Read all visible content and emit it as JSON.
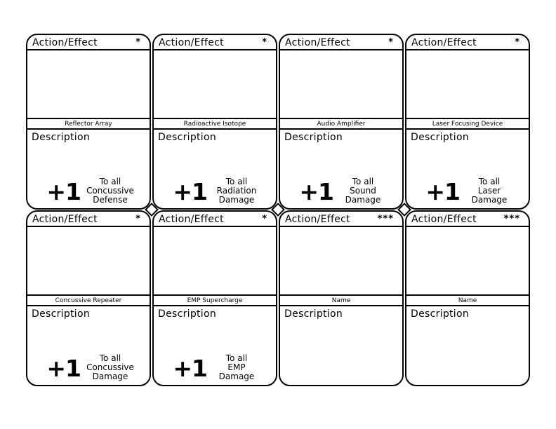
{
  "cards": [
    {
      "title": "Action/Effect",
      "rank": "*",
      "name": "Reflector Array",
      "description": "Description",
      "bonus": {
        "value": "+1",
        "line1": "To    all",
        "line2": "Concussive",
        "line3": "Defense"
      }
    },
    {
      "title": "Action/Effect",
      "rank": "*",
      "name": "Radioactive Isotope",
      "description": "Description",
      "bonus": {
        "value": "+1",
        "line1": "To    all",
        "line2": "Radiation",
        "line3": "Damage"
      }
    },
    {
      "title": "Action/Effect",
      "rank": "*",
      "name": "Audio Amplifier",
      "description": "Description",
      "bonus": {
        "value": "+1",
        "line1": "To    all",
        "line2": "Sound",
        "line3": "Damage"
      }
    },
    {
      "title": "Action/Effect",
      "rank": "*",
      "name": "Laser Focusing Device",
      "description": "Description",
      "bonus": {
        "value": "+1",
        "line1": "To    all",
        "line2": "Laser",
        "line3": "Damage"
      }
    },
    {
      "title": "Action/Effect",
      "rank": "*",
      "name": "Concussive Repeater",
      "description": "Description",
      "bonus": {
        "value": "+1",
        "line1": "To    all",
        "line2": "Concussive",
        "line3": "Damage"
      }
    },
    {
      "title": "Action/Effect",
      "rank": "*",
      "name": "EMP Supercharge",
      "description": "Description",
      "bonus": {
        "value": "+1",
        "line1": "To    all",
        "line2": "EMP",
        "line3": "Damage"
      }
    },
    {
      "title": "Action/Effect",
      "rank": "***",
      "name": "Name",
      "description": "Description",
      "bonus": null
    },
    {
      "title": "Action/Effect",
      "rank": "***",
      "name": "Name",
      "description": "Description",
      "bonus": null
    }
  ]
}
